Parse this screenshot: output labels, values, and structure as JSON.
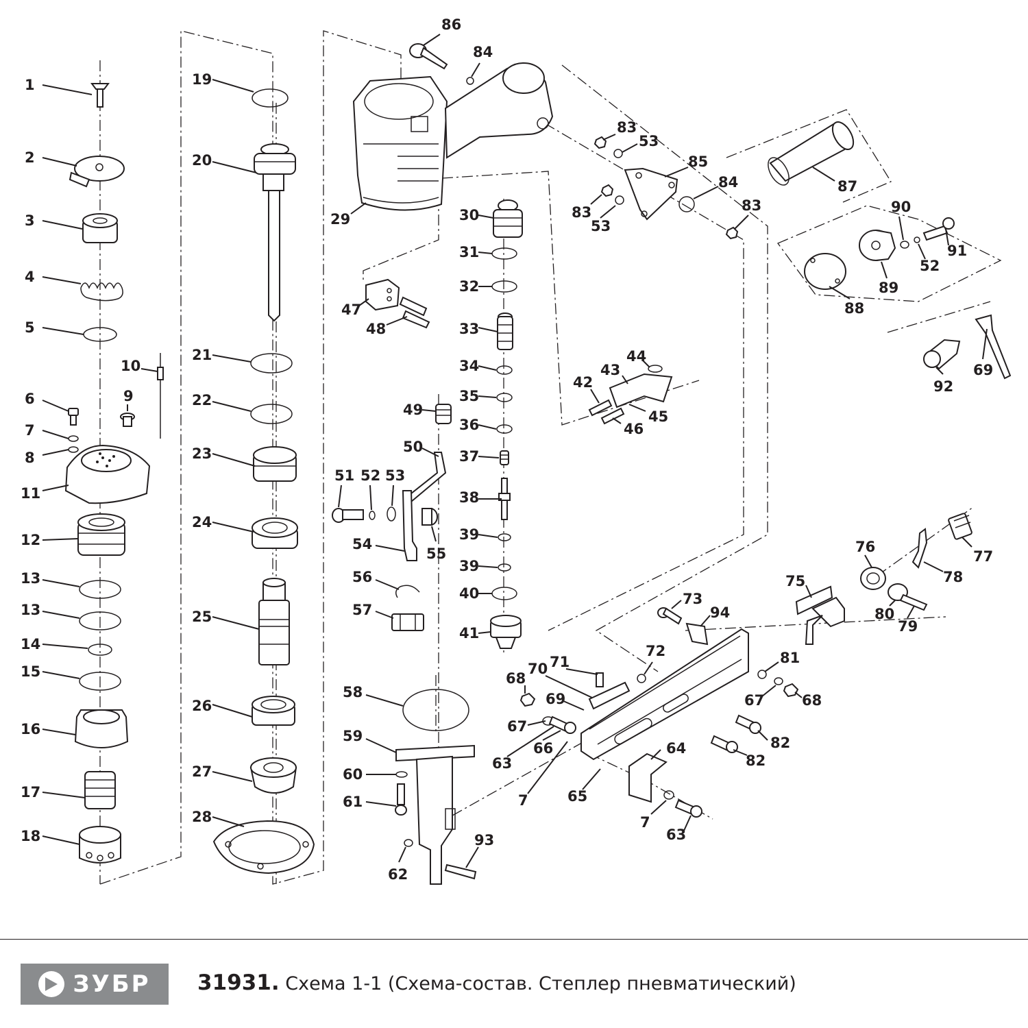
{
  "footer": {
    "brand": "ЗУБР",
    "article": "31931.",
    "caption": "Схема 1-1 (Схема-состав. Степлер пневматический)"
  },
  "callouts": [
    "1",
    "2",
    "3",
    "4",
    "5",
    "6",
    "7",
    "8",
    "9",
    "10",
    "11",
    "12",
    "13",
    "13",
    "14",
    "15",
    "16",
    "17",
    "18",
    "19",
    "20",
    "21",
    "22",
    "23",
    "24",
    "25",
    "26",
    "27",
    "28",
    "86",
    "84",
    "29",
    "83",
    "53",
    "85",
    "87",
    "84",
    "83",
    "53",
    "83",
    "90",
    "30",
    "91",
    "52",
    "89",
    "88",
    "31",
    "32",
    "47",
    "48",
    "33",
    "34",
    "44",
    "43",
    "42",
    "45",
    "46",
    "35",
    "36",
    "37",
    "38",
    "39",
    "39",
    "40",
    "41",
    "49",
    "50",
    "51",
    "52",
    "53",
    "54",
    "55",
    "56",
    "57",
    "69",
    "92",
    "58",
    "59",
    "60",
    "61",
    "62",
    "93",
    "76",
    "77",
    "78",
    "75",
    "80",
    "79",
    "73",
    "94",
    "72",
    "81",
    "71",
    "70",
    "68",
    "69",
    "67",
    "68",
    "67",
    "82",
    "66",
    "63",
    "82",
    "64",
    "7",
    "65",
    "7",
    "63"
  ]
}
